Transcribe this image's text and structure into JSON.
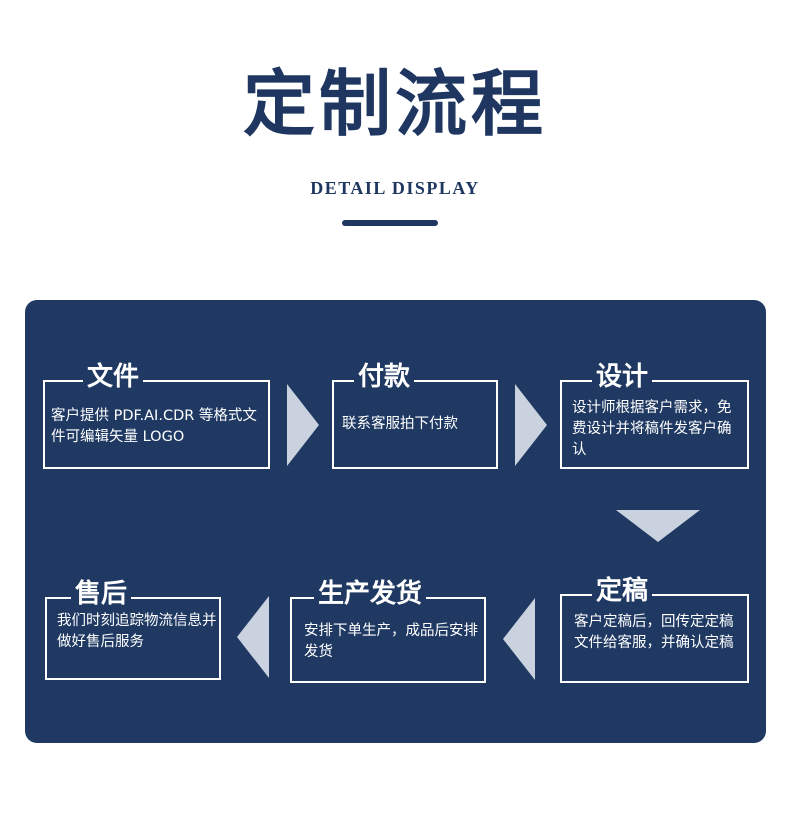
{
  "header": {
    "title": "定制流程",
    "subtitle": "DETAIL DISPLAY"
  },
  "steps": [
    {
      "title": "文件",
      "description": "客户提供 PDF.AI.CDR 等格式文件可编辑矢量 LOGO"
    },
    {
      "title": "付款",
      "description": "联系客服拍下付款"
    },
    {
      "title": "设计",
      "description": "设计师根据客户需求，免费设计并将稿件发客户确认"
    },
    {
      "title": "定稿",
      "description": "客户定稿后，回传定定稿文件给客服，并确认定稿"
    },
    {
      "title": "生产发货",
      "description": "安排下单生产，成品后安排发货"
    },
    {
      "title": "售后",
      "description": "我们时刻追踪物流信息并做好售后服务"
    }
  ],
  "colors": {
    "panel": "#1f3963",
    "accent": "#1f3760",
    "arrow": "#c9d2de",
    "text": "#ffffff"
  }
}
